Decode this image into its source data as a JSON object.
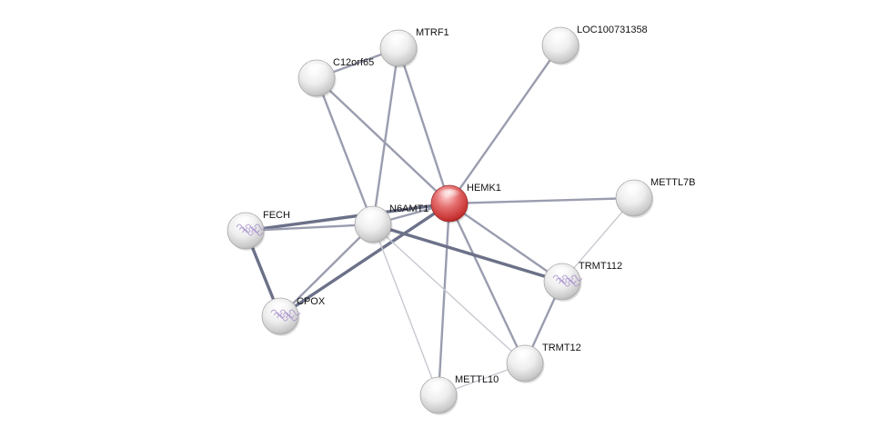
{
  "colors": {
    "query_node": "#cc3b3b",
    "node": "#e6e6e6",
    "edge_strong": "#6c7189",
    "edge_medium": "#9a9daf",
    "edge_weak": "#c8c9d1",
    "label": "#111111"
  },
  "nodes": [
    {
      "id": "hemk1",
      "label": "HEMK1",
      "query": true
    },
    {
      "id": "mtrf1",
      "label": "MTRF1"
    },
    {
      "id": "c12orf65",
      "label": "C12orf65"
    },
    {
      "id": "loc100731358",
      "label": "LOC100731358"
    },
    {
      "id": "mettl7b",
      "label": "METTL7B"
    },
    {
      "id": "n6amt1",
      "label": "N6AMT1"
    },
    {
      "id": "fech",
      "label": "FECH",
      "structure": true
    },
    {
      "id": "cpox",
      "label": "CPOX",
      "structure": true
    },
    {
      "id": "trmt112",
      "label": "TRMT112",
      "structure": true
    },
    {
      "id": "trmt12",
      "label": "TRMT12"
    },
    {
      "id": "mettl10",
      "label": "METTL10"
    }
  ],
  "edges": [
    {
      "from": "c12orf65",
      "to": "mtrf1",
      "strength": "medium"
    },
    {
      "from": "c12orf65",
      "to": "hemk1",
      "strength": "medium"
    },
    {
      "from": "c12orf65",
      "to": "n6amt1",
      "strength": "medium"
    },
    {
      "from": "mtrf1",
      "to": "hemk1",
      "strength": "medium"
    },
    {
      "from": "mtrf1",
      "to": "n6amt1",
      "strength": "medium"
    },
    {
      "from": "loc100731358",
      "to": "hemk1",
      "strength": "medium"
    },
    {
      "from": "hemk1",
      "to": "mettl7b",
      "strength": "medium"
    },
    {
      "from": "hemk1",
      "to": "n6amt1",
      "strength": "medium"
    },
    {
      "from": "hemk1",
      "to": "fech",
      "strength": "strong"
    },
    {
      "from": "hemk1",
      "to": "cpox",
      "strength": "strong"
    },
    {
      "from": "hemk1",
      "to": "trmt112",
      "strength": "medium"
    },
    {
      "from": "hemk1",
      "to": "trmt12",
      "strength": "medium"
    },
    {
      "from": "hemk1",
      "to": "mettl10",
      "strength": "medium"
    },
    {
      "from": "n6amt1",
      "to": "fech",
      "strength": "medium"
    },
    {
      "from": "n6amt1",
      "to": "cpox",
      "strength": "medium"
    },
    {
      "from": "n6amt1",
      "to": "trmt112",
      "strength": "strong"
    },
    {
      "from": "n6amt1",
      "to": "trmt12",
      "strength": "weak"
    },
    {
      "from": "n6amt1",
      "to": "mettl10",
      "strength": "weak"
    },
    {
      "from": "fech",
      "to": "cpox",
      "strength": "strong"
    },
    {
      "from": "mettl7b",
      "to": "trmt112",
      "strength": "weak"
    },
    {
      "from": "trmt112",
      "to": "trmt12",
      "strength": "medium"
    },
    {
      "from": "trmt12",
      "to": "mettl10",
      "strength": "weak"
    }
  ]
}
